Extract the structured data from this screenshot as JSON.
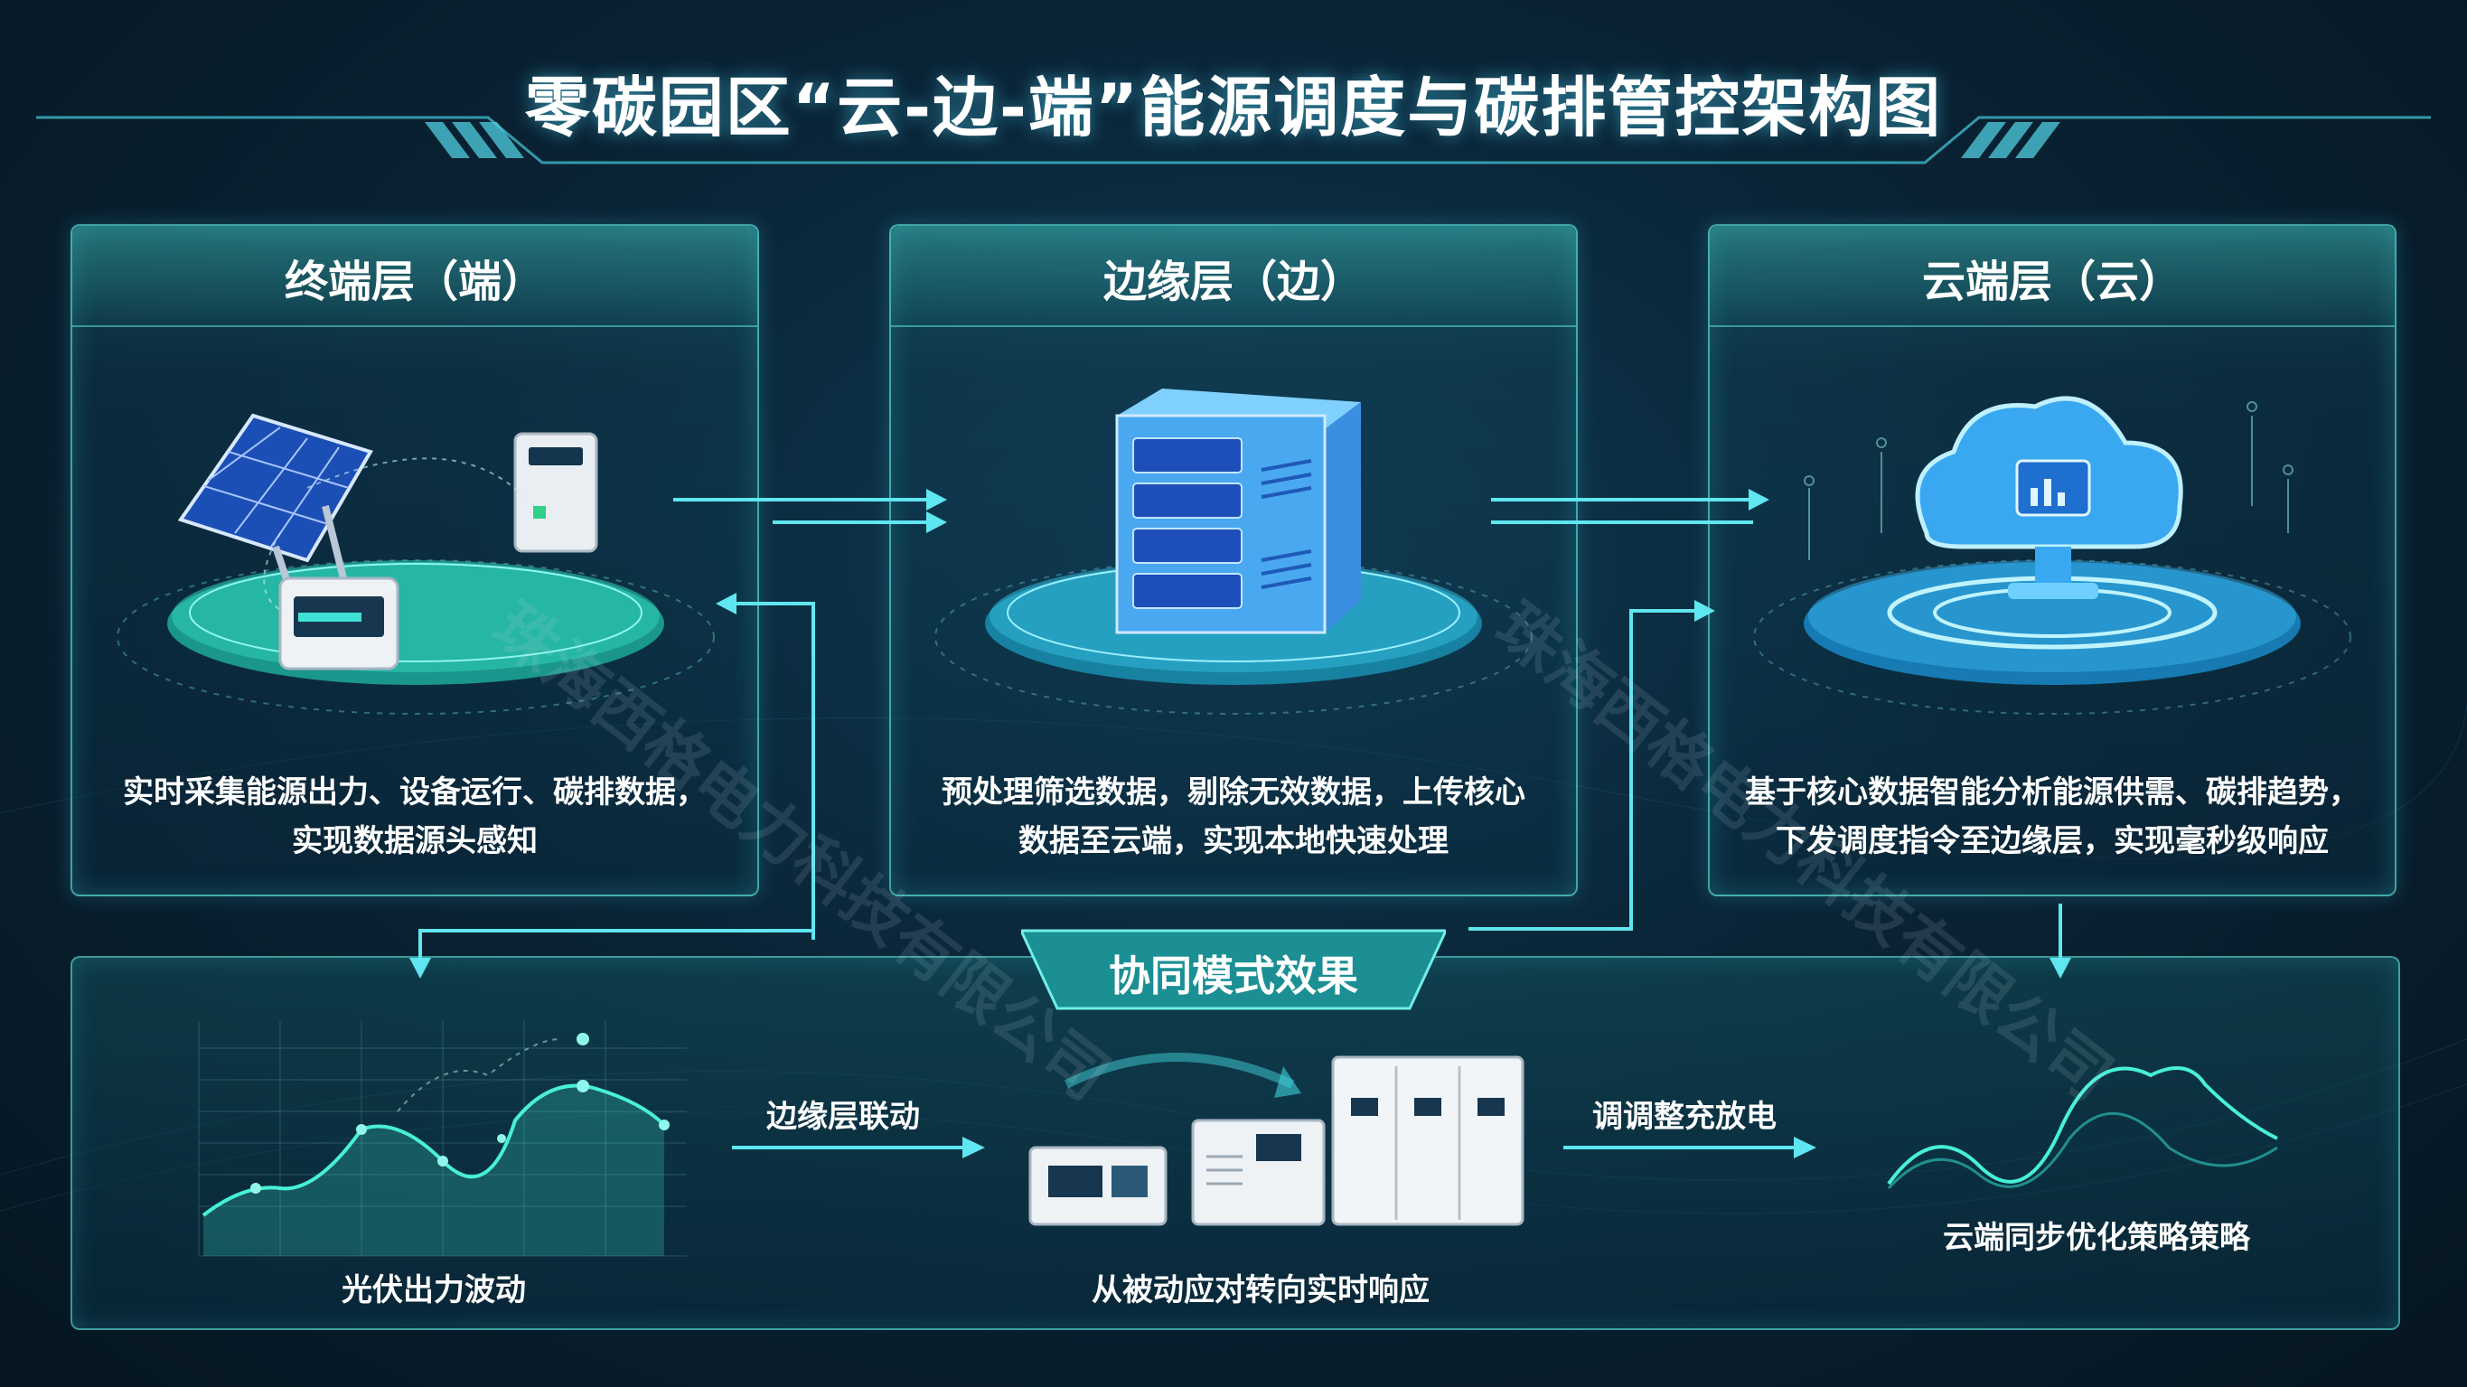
{
  "title": "零碳园区“云-边-端”能源调度与碳排管控架构图",
  "panels": [
    {
      "title": "终端层（端）",
      "desc_line1": "实时采集能源出力、设备运行、碳排数据，",
      "desc_line2": "实现数据源头感知"
    },
    {
      "title": "边缘层（边）",
      "desc_line1": "预处理筛选数据，剔除无效数据，上传核心",
      "desc_line2": "数据至云端，实现本地快速处理"
    },
    {
      "title": "云端层（云）",
      "desc_line1": "基于核心数据智能分析能源供需、碳排趋势，",
      "desc_line2": "下发调度指令至边缘层，实现毫秒级响应"
    }
  ],
  "synergy": {
    "badge": "协同模式效果",
    "pv_label": "光伏出力波动",
    "edge_link_label": "边缘层联动",
    "storage_label": "从被动应对转向实时响应",
    "adjust_label": "调调整充放电",
    "cloud_label": "云端同步优化策略策略"
  },
  "watermark": "珠海西格电力科技有限公司",
  "colors": {
    "accent": "#3fe0d6",
    "arrow": "#5fe6f0",
    "background": "#0a2436"
  }
}
